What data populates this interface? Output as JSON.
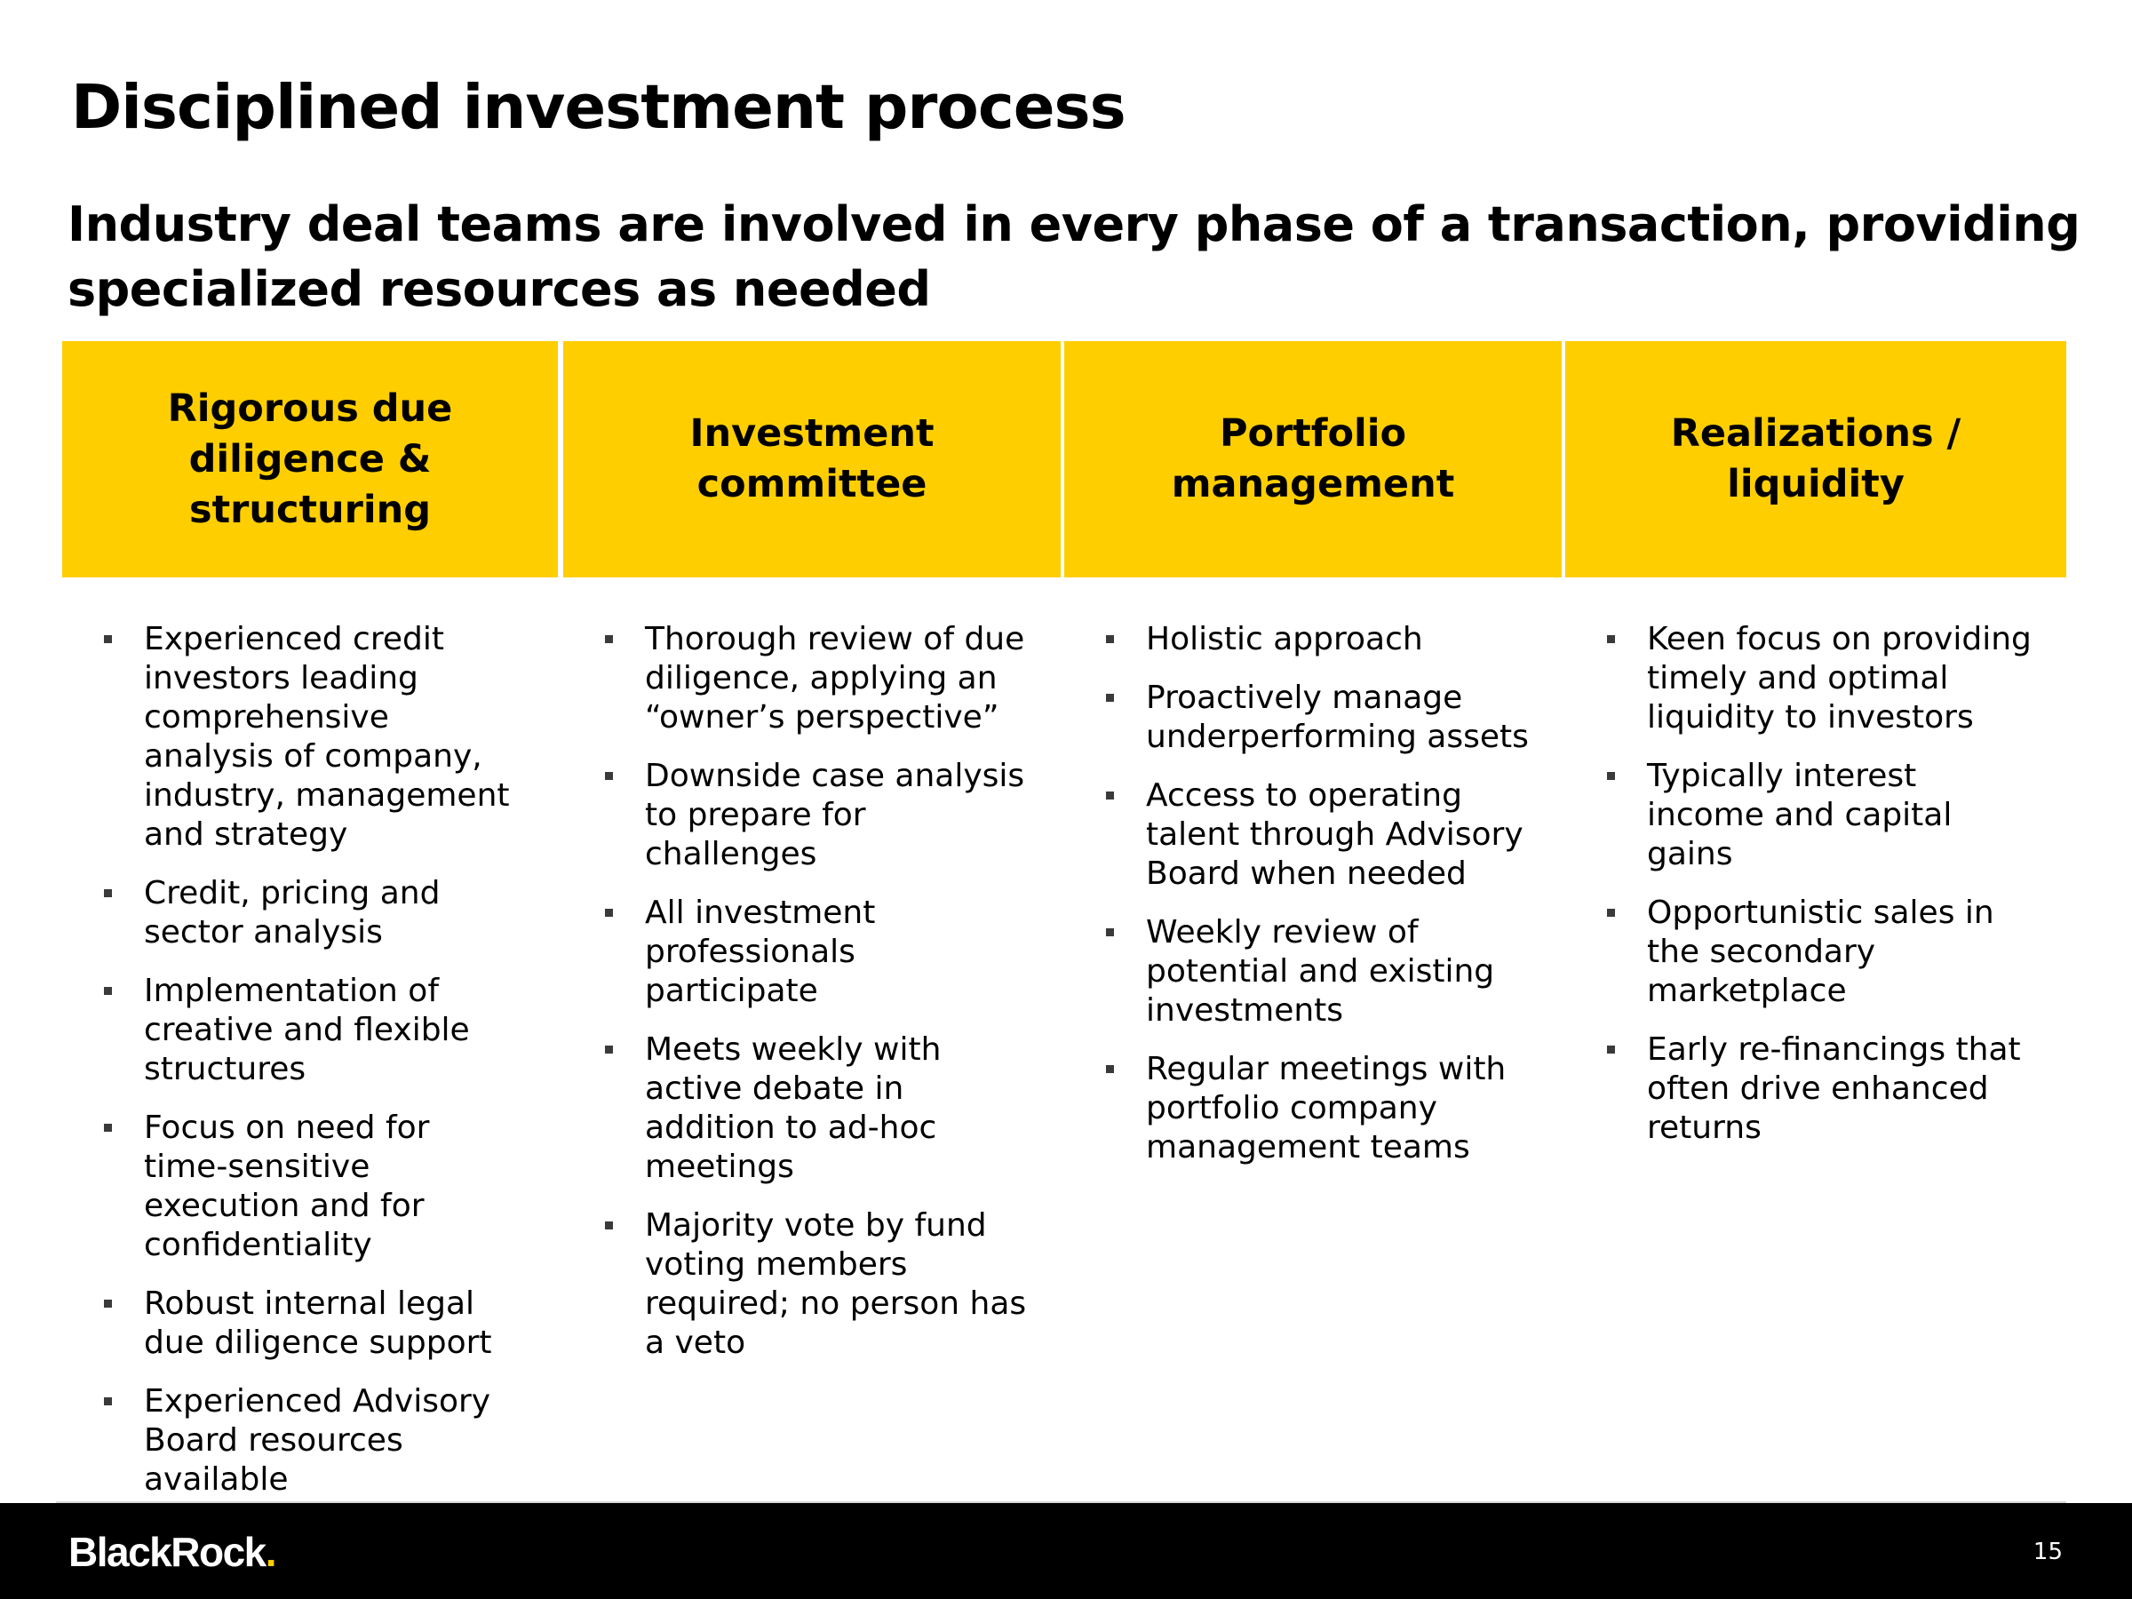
{
  "slide": {
    "title": "Disciplined investment process",
    "subtitle": "Industry deal teams are involved in every phase of a transaction, providing specialized resources as needed"
  },
  "colors": {
    "header_bg": "#FFCE00",
    "footer_bg": "#000000",
    "text": "#000000"
  },
  "columns": [
    {
      "header": "Rigorous due diligence & structuring",
      "items": [
        "Experienced credit investors leading comprehensive analysis of company, industry, management and strategy",
        "Credit, pricing and sector analysis",
        "Implementation of creative and flexible structures",
        "Focus on need for time-sensitive execution and for confidentiality",
        "Robust internal legal due diligence support",
        "Experienced Advisory Board resources available"
      ]
    },
    {
      "header": "Investment committee",
      "items": [
        "Thorough review of due diligence, applying an “owner’s perspective”",
        "Downside case analysis to prepare for challenges",
        "All investment professionals participate",
        "Meets weekly with active debate in addition to ad-hoc meetings",
        "Majority vote by fund voting members required; no person has a veto"
      ]
    },
    {
      "header": "Portfolio management",
      "items": [
        "Holistic approach",
        "Proactively manage underperforming assets",
        "Access to operating talent through Advisory Board when needed",
        "Weekly review of potential and existing investments",
        "Regular meetings with portfolio company management teams"
      ]
    },
    {
      "header": "Realizations / liquidity",
      "items": [
        "Keen focus on providing timely and optimal liquidity to investors",
        "Typically interest income and capital gains",
        "Opportunistic sales in the secondary marketplace",
        "Early re-financings that often drive enhanced returns"
      ]
    }
  ],
  "footer": {
    "logo_text": "BlackRock",
    "logo_dot": ".",
    "page_number": "15"
  }
}
